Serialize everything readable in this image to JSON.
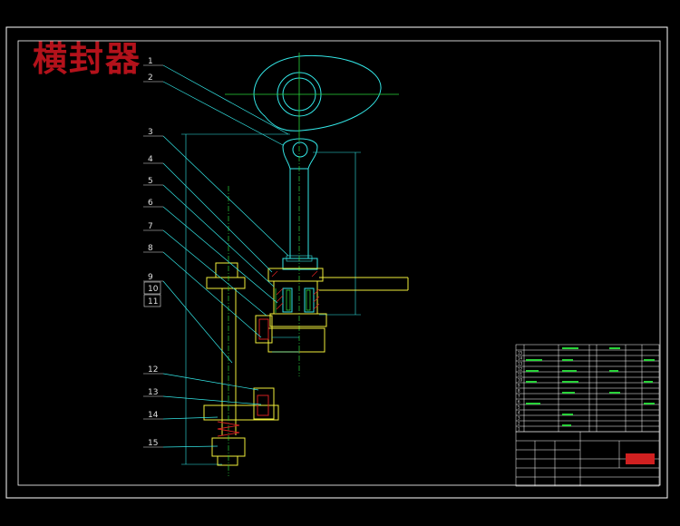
{
  "title": "横封器",
  "part_numbers": [
    "1",
    "2",
    "3",
    "4",
    "5",
    "6",
    "7",
    "8",
    "9",
    "10",
    "11",
    "12",
    "13",
    "14",
    "15"
  ],
  "colors": {
    "background": "#000000",
    "frame": "#ffffff",
    "cyan": "#33e6e6",
    "yellow": "#f0ee3a",
    "green": "#29d43a",
    "red": "#d02020",
    "title_red": "#b3121b"
  },
  "parts_list_rows": [
    {
      "no": "15"
    },
    {
      "no": "14"
    },
    {
      "no": "13"
    },
    {
      "no": "12"
    },
    {
      "no": "11"
    },
    {
      "no": "10"
    },
    {
      "no": "9"
    },
    {
      "no": "8"
    },
    {
      "no": "7"
    },
    {
      "no": "6"
    },
    {
      "no": "5"
    },
    {
      "no": "4"
    },
    {
      "no": "3"
    },
    {
      "no": "2"
    },
    {
      "no": "1"
    }
  ]
}
